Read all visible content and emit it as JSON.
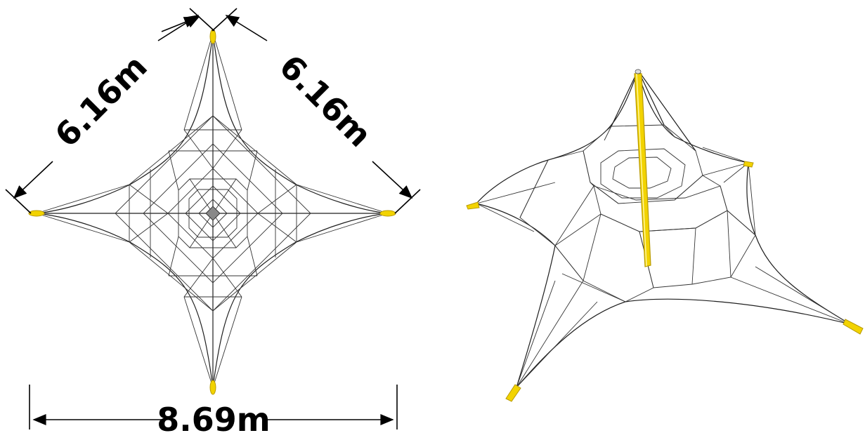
{
  "dimensions": {
    "top_left_side": "6.16m",
    "top_right_side": "6.16m",
    "base_width": "8.69m"
  },
  "colors": {
    "rope": "#1e1e1e",
    "post_yellow": "#f2d300",
    "post_shadow": "#b89a00",
    "dimension": "#000000"
  }
}
